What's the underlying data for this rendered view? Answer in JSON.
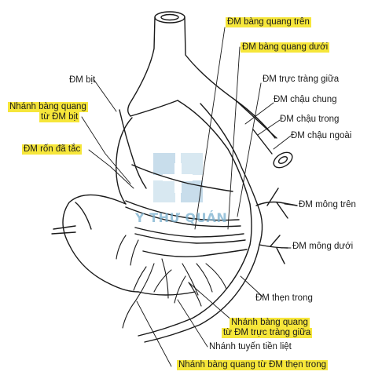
{
  "labels": {
    "bang_quang_tren": "ĐM bàng quang trên",
    "bang_quang_duoi": "ĐM bàng quang dưới",
    "truc_trang_giua": "ĐM trực tràng giữa",
    "chau_chung": "ĐM chậu chung",
    "chau_trong": "ĐM chậu trong",
    "chau_ngoai": "ĐM chậu ngoài",
    "dm_bit": "ĐM bịt",
    "nhanh_bq_bit_1": "Nhánh bàng quang",
    "nhanh_bq_bit_2": "từ ĐM bịt",
    "ron_da_tac": "ĐM rốn đã tắc",
    "mong_tren": "ĐM mông trên",
    "mong_duoi": "ĐM mông dưới",
    "then_trong": "ĐM thẹn trong",
    "nhanh_bq_truc_1": "Nhánh bàng quang",
    "nhanh_bq_truc_2": "từ ĐM trực tràng giữa",
    "tuyen_tien_liet": "Nhánh tuyến tiền liệt",
    "nhanh_bq_then": "Nhánh bàng quang từ ĐM thẹn trong"
  },
  "watermark": {
    "text": "Y THƯ QUÁN",
    "logo_icon": "medical-cross-logo-icon"
  },
  "colors": {
    "highlight": "#f6e63a",
    "line": "#1a1a1a",
    "watermark": "#7fb2cf"
  }
}
